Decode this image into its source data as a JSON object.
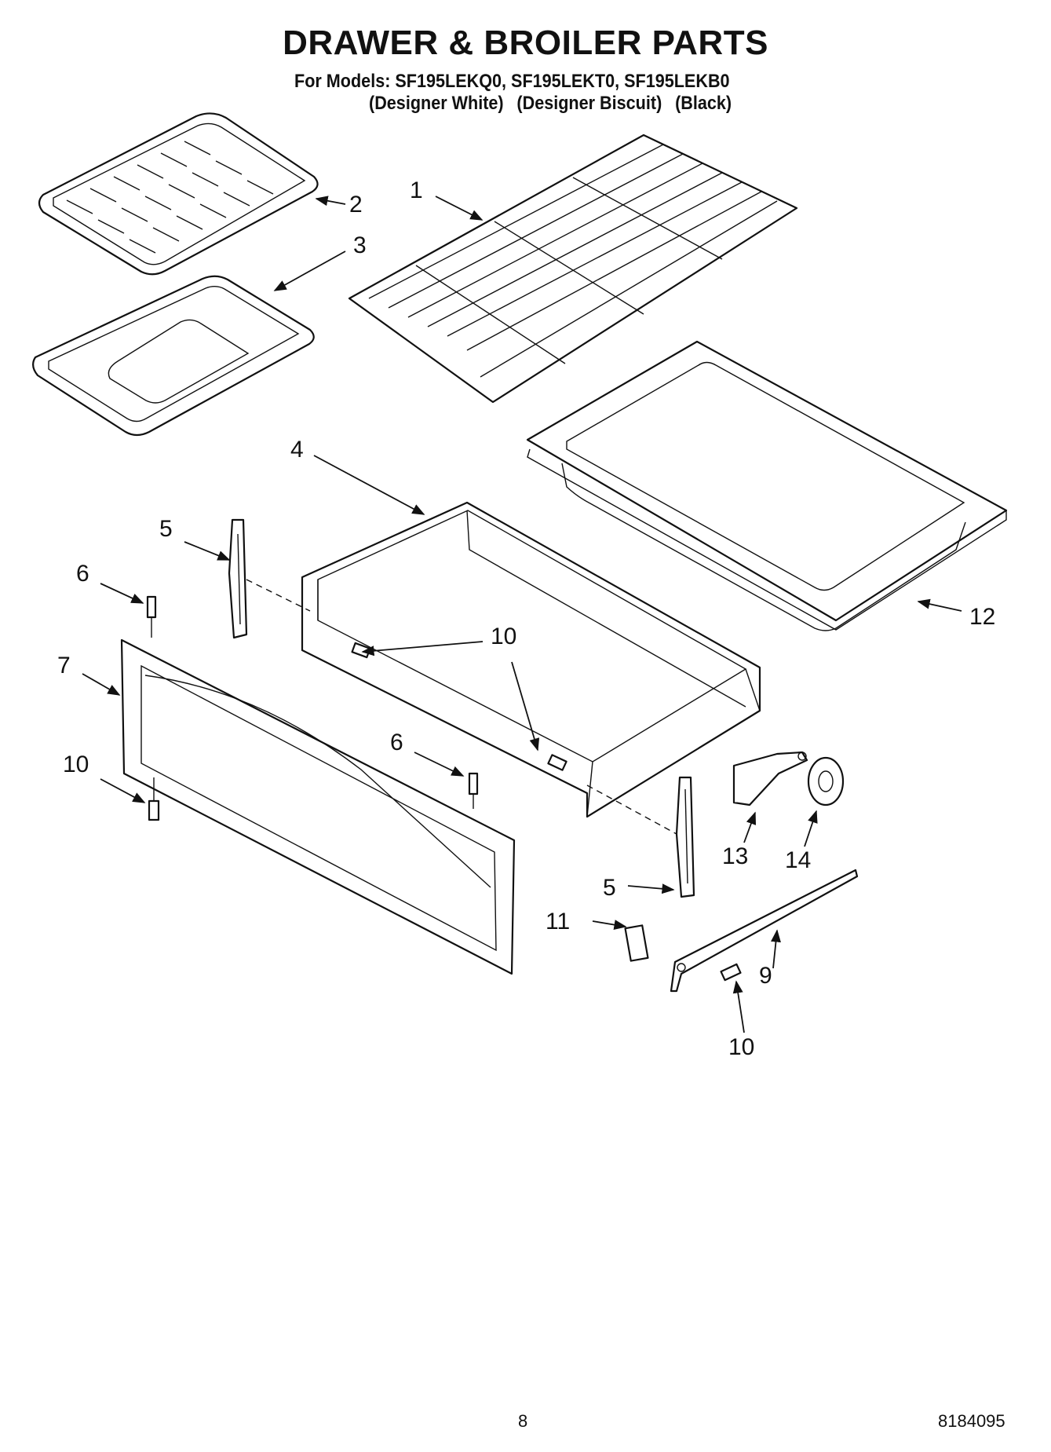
{
  "title": "DRAWER & BROILER PARTS",
  "models_line": "For Models: SF195LEKQ0, SF195LEKT0, SF195LEKB0",
  "model_variants": [
    "(Designer White)",
    "(Designer Biscuit)",
    "(Black)"
  ],
  "callouts": {
    "c1": "1",
    "c2": "2",
    "c3": "3",
    "c4": "4",
    "c5a": "5",
    "c5b": "5",
    "c6a": "6",
    "c6b": "6",
    "c7": "7",
    "c9": "9",
    "c10a": "10",
    "c10b": "10",
    "c10c": "10",
    "c10d": "10",
    "c11": "11",
    "c12": "12",
    "c13": "13",
    "c14": "14"
  },
  "page_number": "8",
  "document_number": "8184095"
}
